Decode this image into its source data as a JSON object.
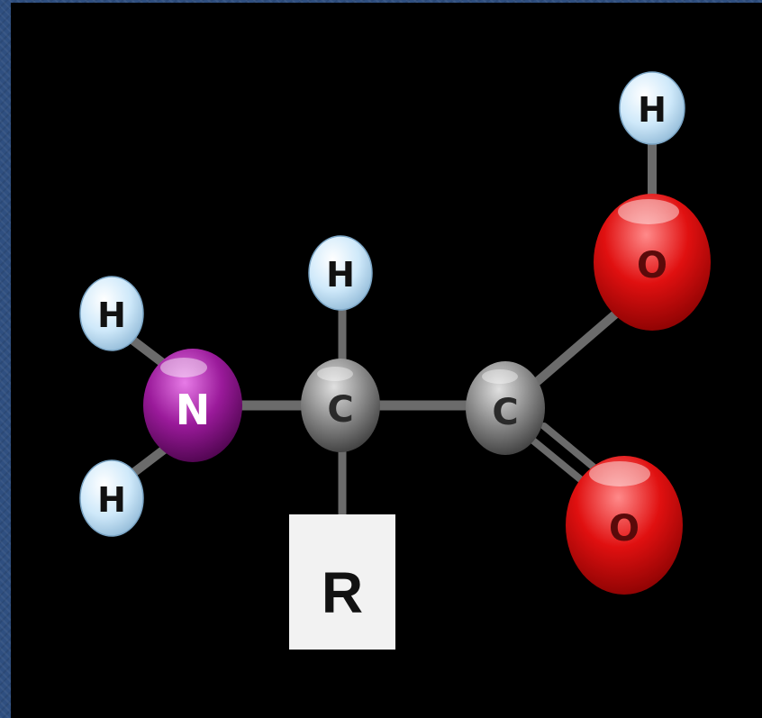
{
  "molecule": {
    "atoms": {
      "h_top": "H",
      "o_upper": "O",
      "h_center": "H",
      "h_left_upper": "H",
      "n": "N",
      "c_alpha": "C",
      "c_carboxyl": "C",
      "h_left_lower": "H",
      "o_lower": "O"
    },
    "side_chain_label": "R"
  },
  "colors": {
    "background_panel": "#000000",
    "hydrogen": "#cfe9fa",
    "hydrogen_text": "#111111",
    "nitrogen": "#9a1a9a",
    "carbon": "#8c8c8c",
    "oxygen": "#e01010",
    "oxygen_text": "#5a0a0a",
    "bond": "#6b6b6b",
    "r_box": "#f2f2f2"
  }
}
